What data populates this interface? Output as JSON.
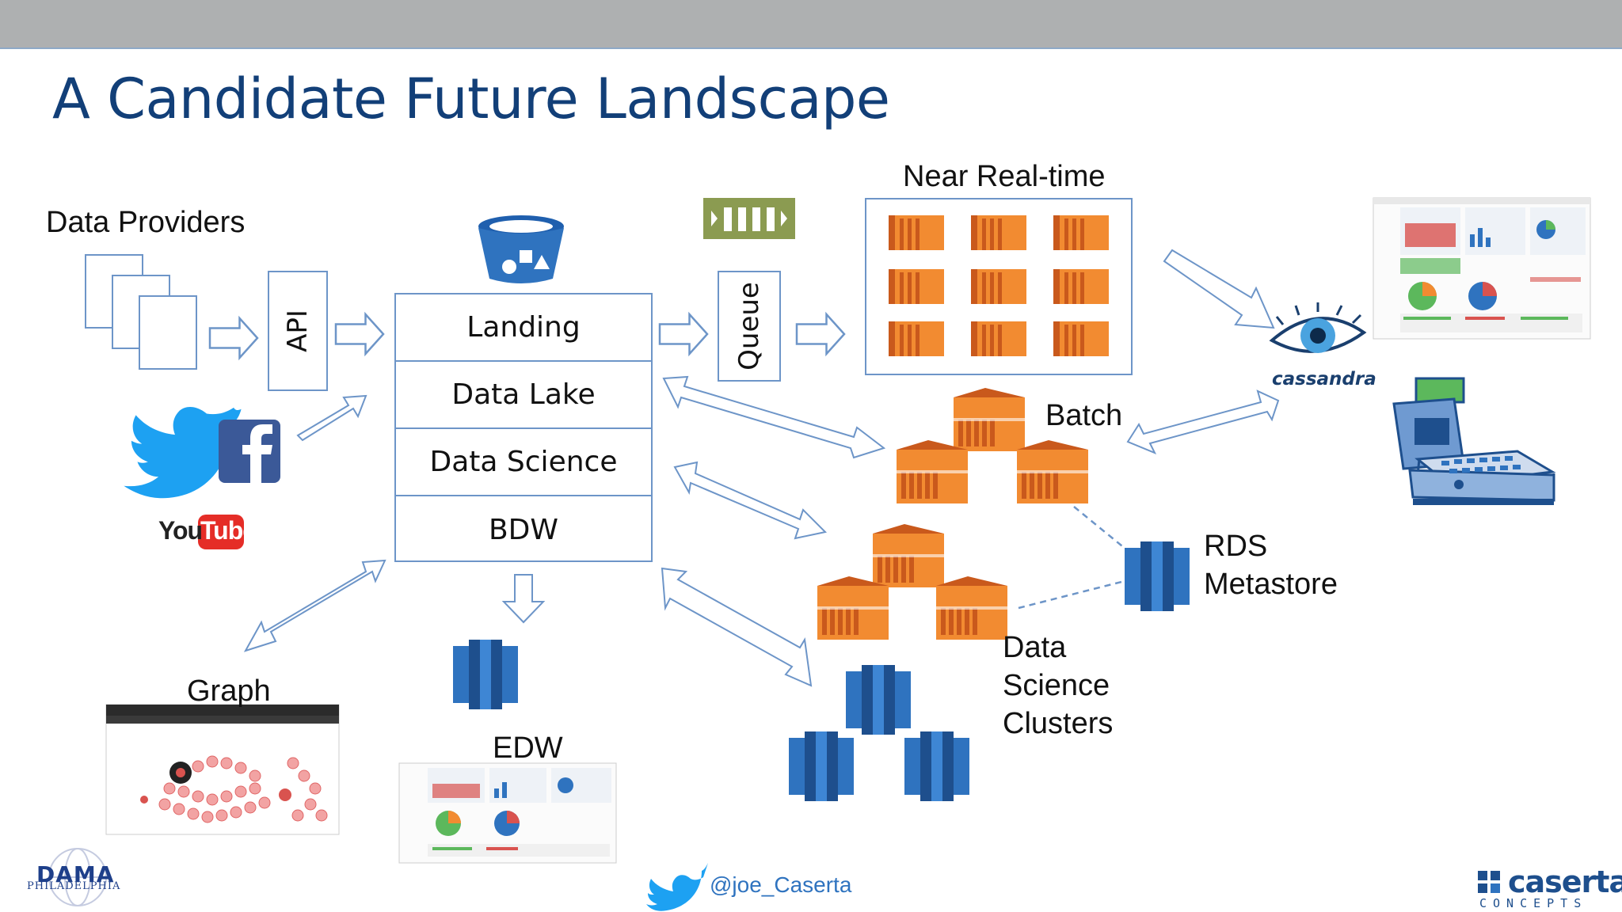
{
  "slide": {
    "title": "A Candidate Future Landscape",
    "twitter_handle": "@joe_Caserta"
  },
  "labels": {
    "data_providers": "Data Providers",
    "api": "API",
    "queue": "Queue",
    "near_real_time": "Near Real-time",
    "batch": "Batch",
    "rds_metastore": "RDS Metastore",
    "data_science_clusters": "Data Science Clusters",
    "graph": "Graph",
    "edw": "EDW"
  },
  "stack_layers": [
    "Landing",
    "Data Lake",
    "Data Science",
    "BDW"
  ],
  "logos": {
    "cassandra": "cassandra",
    "youtube_you": "You",
    "youtube_tube": "Tube",
    "facebook": "f",
    "dama": "DAMA",
    "dama_city": "PHILADELPHIA",
    "caserta": "caserta",
    "caserta_sub": "CONCEPTS"
  },
  "colors": {
    "title": "#123f78",
    "top_bar": "#aeb0b1",
    "box_border": "#6d95c8",
    "orange": "#f28b31",
    "orange_dark": "#c9591c",
    "blue_db": "#2f73bf",
    "blue_db_dark": "#1e4f8d",
    "twitter": "#1da1f2",
    "facebook": "#3b5998",
    "youtube_red": "#e52d27",
    "queue_green": "#8b9b51"
  },
  "icons": [
    "documents-icon",
    "twitter-icon",
    "facebook-icon",
    "youtube-icon",
    "bucket-icon",
    "queue-icon",
    "emr-cluster-icon",
    "rds-database-icon",
    "cassandra-eye-icon",
    "cash-register-icon",
    "dashboard-thumbnail-icon",
    "graph-thumbnail-icon"
  ]
}
